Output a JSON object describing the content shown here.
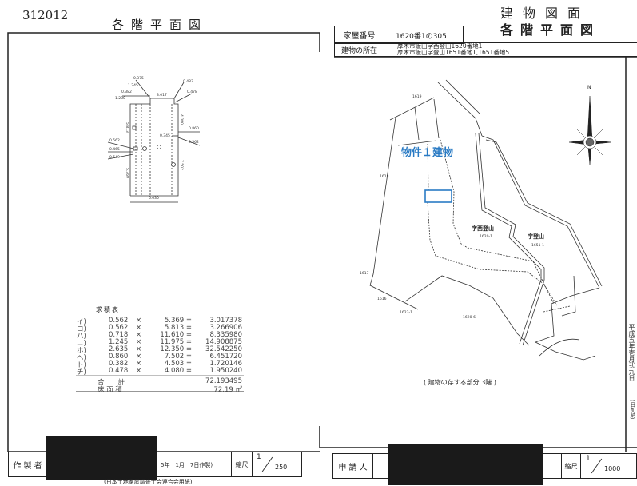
{
  "document_number": "312012",
  "left_title": "各階平面図",
  "right_title_line1": "建物図面",
  "right_title_line2": "各階平面図",
  "header": {
    "house_number_label": "家屋番号",
    "house_number_value": "1620番1の305",
    "location_label": "建物の所在",
    "location_line1": "厚木市飯山字西登山1620番地1",
    "location_line2": "厚木市飯山字登山1651番地1,1651番地5"
  },
  "floor_plan": {
    "dimensions": [
      "0.375",
      "1.245",
      "0.382",
      "1.280",
      "3.017",
      "0.483",
      "0.478",
      "4.080",
      "0.860",
      "0.345",
      "0.562",
      "5.813",
      "0.562",
      "0.465",
      "0.549",
      "5.369",
      "7.502",
      "6.030"
    ]
  },
  "area_table": {
    "title": "求積表",
    "rows": [
      {
        "label": "イ)",
        "a": "0.562",
        "op": "×",
        "b": "5.369 =",
        "result": "3.017378"
      },
      {
        "label": "ロ)",
        "a": "0.562",
        "op": "×",
        "b": "5.813 =",
        "result": "3.266906"
      },
      {
        "label": "ハ)",
        "a": "0.718",
        "op": "×",
        "b": "11.610 =",
        "result": "8.335980"
      },
      {
        "label": "ニ)",
        "a": "1.245",
        "op": "×",
        "b": "11.975 =",
        "result": "14.908875"
      },
      {
        "label": "ホ)",
        "a": "2.635",
        "op": "×",
        "b": "12.350 =",
        "result": "32.542250"
      },
      {
        "label": "ヘ)",
        "a": "0.860",
        "op": "×",
        "b": "7.502 =",
        "result": "6.451720"
      },
      {
        "label": "ト)",
        "a": "0.382",
        "op": "×",
        "b": "4.503 =",
        "result": "1.720146"
      },
      {
        "label": "チ)",
        "a": "0.478",
        "op": "×",
        "b": "4.080 =",
        "result": "1.950240"
      }
    ],
    "total_label": "合　　計",
    "total_value": "72.193495",
    "floor_area_label": "床 面 積",
    "floor_area_value": "72.19 ㎡"
  },
  "site_map": {
    "property_label": "物件１建物",
    "property_color": "#2a7bc4",
    "north_label": "N",
    "parcels": [
      "1619",
      "1618",
      "1617",
      "1616",
      "1623-1",
      "1620-6",
      "1620-1",
      "1651-1"
    ],
    "district_west": "字西登山",
    "district_east": "字登山",
    "caption": "( 建物の存する部分 3階 )"
  },
  "footer_left": {
    "maker_label": "作 製 者",
    "date_text": "5年　1月　7日作製)",
    "scale_label": "縮尺",
    "scale_num": "1",
    "scale_den": "250"
  },
  "footer_right": {
    "applicant_label": "申 請 人",
    "scale_label": "縮尺",
    "scale_num": "1",
    "scale_den": "1000"
  },
  "paper_note": "(日本土地家屋調査士会連合会用紙)",
  "side_date": "平成五年壱月弐九日",
  "side_note": "(日加納)"
}
